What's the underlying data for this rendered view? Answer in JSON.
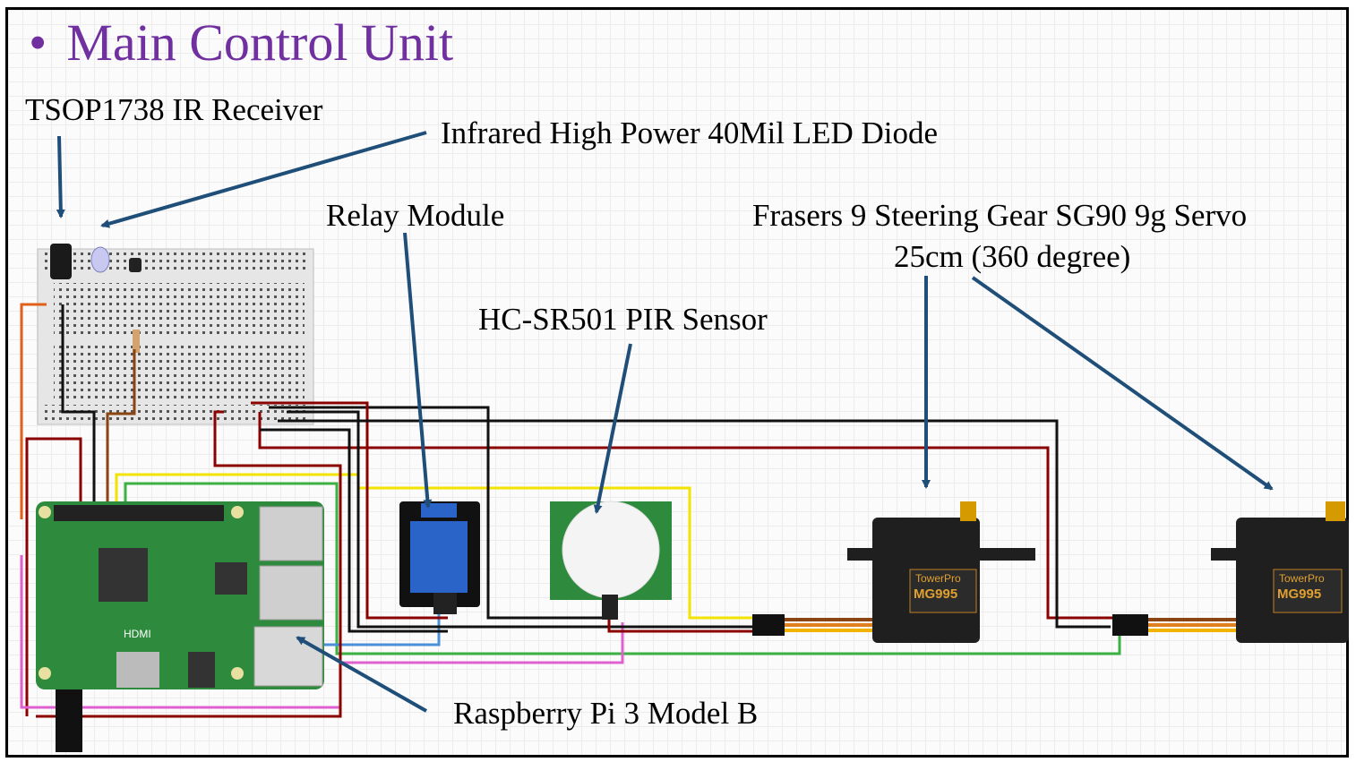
{
  "title": "Main Control Unit",
  "bullet": "•",
  "labels": {
    "ir_receiver": "TSOP1738 IR Receiver",
    "ir_led": "Infrared High Power 40Mil LED Diode",
    "relay": "Relay Module",
    "pir": "HC-SR501 PIR Sensor",
    "servo_line1": "Frasers 9 Steering Gear SG90 9g Servo",
    "servo_line2": "25cm (360 degree)",
    "raspberry_pi": "Raspberry Pi 3 Model B"
  },
  "component_text": {
    "servo_brand": "TowerPro",
    "servo_model": "MG995",
    "pi_hdmi": "HDMI"
  },
  "colors": {
    "title": "#7030a0",
    "arrow": "#1f4e79",
    "board_green": "#2e8b3d",
    "servo_body": "#1f1f1f",
    "wire_red": "#8b0000",
    "wire_black": "#111111",
    "wire_yellow": "#f2e300",
    "wire_green": "#3cb043",
    "wire_pink": "#e060d0",
    "wire_blue": "#4a90d9",
    "wire_orange": "#e0601a"
  }
}
